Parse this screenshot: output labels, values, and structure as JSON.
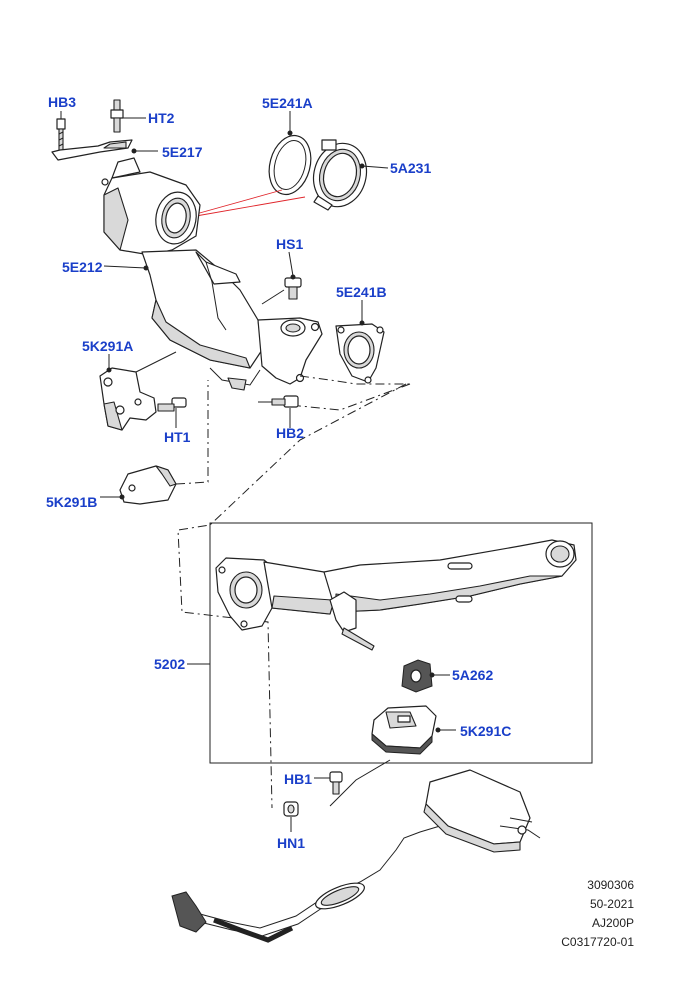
{
  "callouts": {
    "hb3": "HB3",
    "ht2": "HT2",
    "5e217": "5E217",
    "5e241a": "5E241A",
    "5a231": "5A231",
    "hs1": "HS1",
    "5e212": "5E212",
    "5e241b": "5E241B",
    "5k291a": "5K291A",
    "ht1": "HT1",
    "hb2": "HB2",
    "5k291b": "5K291B",
    "5202": "5202",
    "5a262": "5A262",
    "5k291c": "5K291C",
    "hb1": "HB1",
    "hn1": "HN1"
  },
  "reference": {
    "line1": "3090306",
    "line2": "50-2021",
    "line3": "AJ200P",
    "line4": "C0317720-01"
  },
  "colors": {
    "callout_text": "#1a3fc9",
    "gasket_line": "#e0252b",
    "outline": "#222222"
  }
}
